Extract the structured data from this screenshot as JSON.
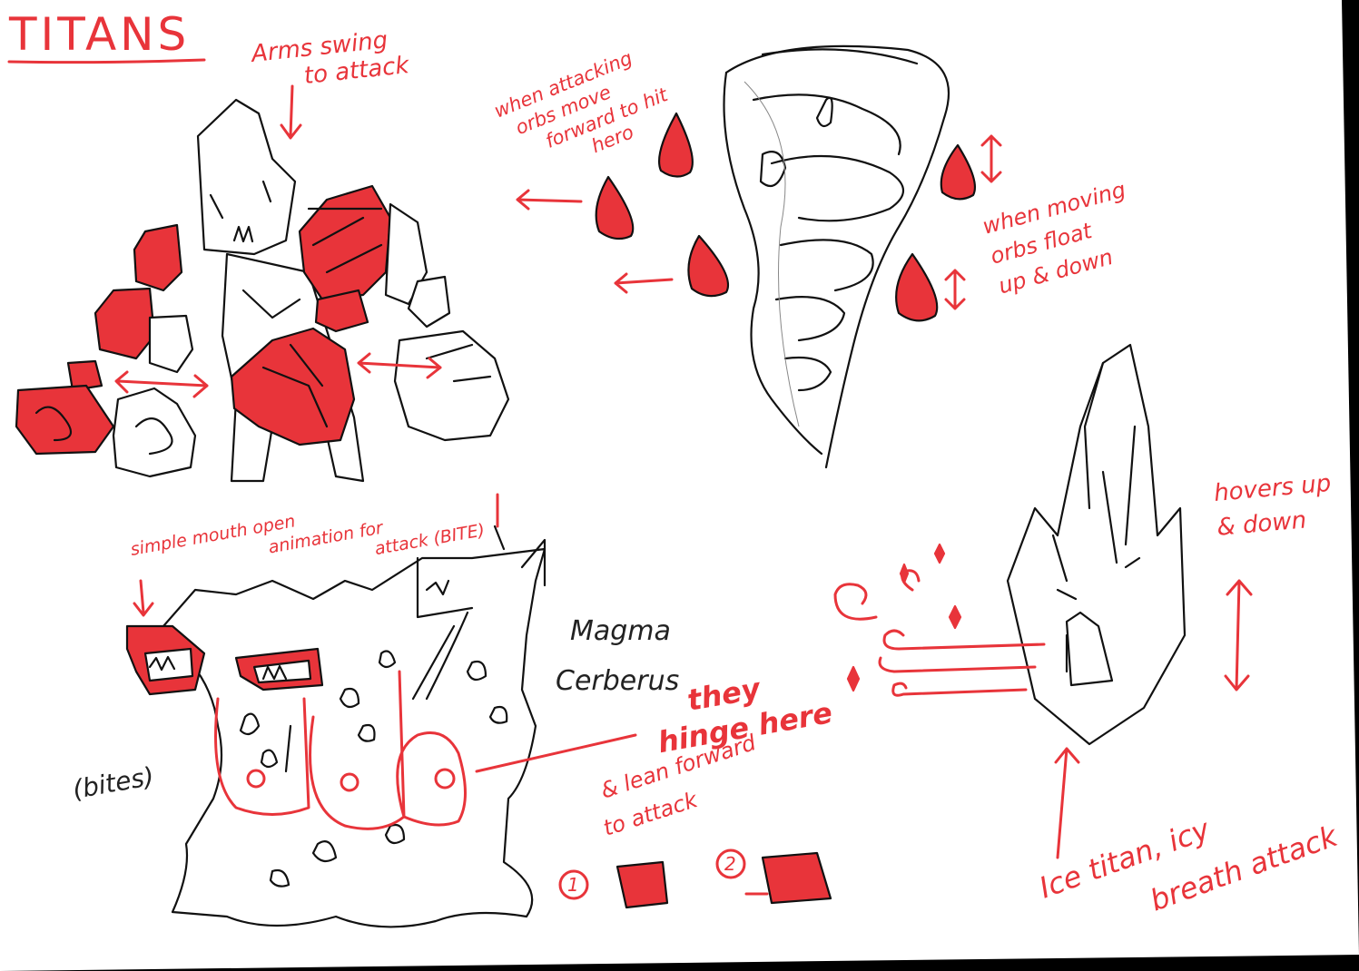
{
  "title": "TITANS",
  "colors": {
    "ink": "#111111",
    "accent": "#e8343a",
    "paper": "#ffffff",
    "background": "#000000"
  },
  "rock_titan": {
    "note_arms_line1": "Arms swing",
    "note_arms_line2": "to attack"
  },
  "wind_titan": {
    "note_attack_line1": "when attacking",
    "note_attack_line2": "orbs move",
    "note_attack_line3": "forward to hit",
    "note_attack_line4": "hero",
    "note_move_line1": "when moving",
    "note_move_line2": "orbs float",
    "note_move_line3": "up & down"
  },
  "cerberus": {
    "note_mouth_line1": "simple mouth open",
    "note_mouth_line2": "animation for",
    "note_mouth_line3": "attack (BITE)",
    "name_line1": "Magma",
    "name_line2": "Cerberus",
    "note_bites": "(bites)",
    "note_hinge_line1": "they",
    "note_hinge_line2": "hinge here",
    "note_lean_line1": "& lean forward",
    "note_lean_line2": "to attack",
    "step_1": "1",
    "step_2": "2"
  },
  "ice_titan": {
    "note_hover_line1": "hovers up",
    "note_hover_line2": "& down",
    "note_name_line1": "Ice titan, icy",
    "note_name_line2": "breath attack"
  }
}
